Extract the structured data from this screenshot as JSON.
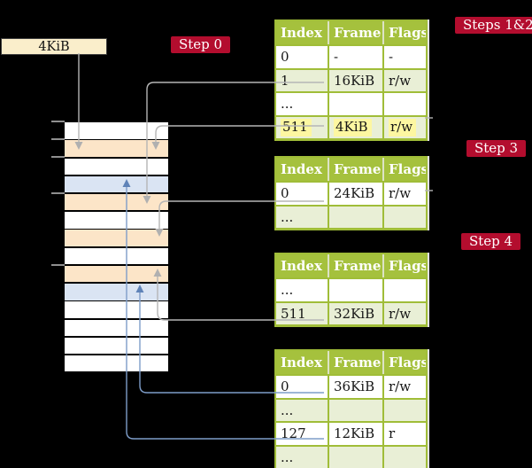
{
  "colors": {
    "background": "#000000",
    "badge_red": "#b30d2e",
    "badge_red_dark": "#7d0a22",
    "table_header_green": "#a5c13d",
    "table_border_green": "#a0bd38",
    "table_row_green": "#e9efd6",
    "table_row_white": "#ffffff",
    "header_separator": "#dde3c6",
    "highlight_yellow": "#fdf7a1",
    "frame_peach": "#fce5c8",
    "frame_blue": "#dae4f3",
    "pointer_gray": "#b5b5b5",
    "pointer_gray_head": "#b0b0b0",
    "pointer_blue": "#7e9dc9",
    "pointer_blue_head": "#5f83b8",
    "box_cream": "#faeecb"
  },
  "page_size_box": {
    "label": "4KiB"
  },
  "badges": {
    "step0": {
      "label": "Step 0"
    },
    "steps12": {
      "label": "Steps 1&2"
    },
    "step3": {
      "label": "Step 3"
    },
    "step4": {
      "label": "Step 4"
    }
  },
  "memory_strip": {
    "row_colors": [
      "white",
      "peach",
      "white",
      "blue",
      "peach",
      "white",
      "peach",
      "white",
      "peach",
      "blue",
      "white",
      "white",
      "white",
      "white"
    ],
    "tick_row_boundaries": [
      0,
      1,
      2,
      4,
      8
    ]
  },
  "tables": [
    {
      "id": "table-steps12",
      "columns": [
        "Index",
        "Frame",
        "Flags"
      ],
      "rows": [
        {
          "cells": [
            "0",
            "-",
            "-"
          ],
          "shaded": false,
          "highlighted": false
        },
        {
          "cells": [
            "1",
            "16KiB",
            "r/w"
          ],
          "shaded": true,
          "highlighted": false
        },
        {
          "cells": [
            "...",
            "",
            ""
          ],
          "shaded": false,
          "highlighted": false
        },
        {
          "cells": [
            "511",
            "4KiB",
            "r/w"
          ],
          "shaded": true,
          "highlighted": true
        }
      ]
    },
    {
      "id": "table-step3",
      "columns": [
        "Index",
        "Frame",
        "Flags"
      ],
      "rows": [
        {
          "cells": [
            "0",
            "24KiB",
            "r/w"
          ],
          "shaded": false,
          "highlighted": false
        },
        {
          "cells": [
            "...",
            "",
            ""
          ],
          "shaded": true,
          "highlighted": false
        }
      ]
    },
    {
      "id": "table-step4",
      "columns": [
        "Index",
        "Frame",
        "Flags"
      ],
      "rows": [
        {
          "cells": [
            "...",
            "",
            ""
          ],
          "shaded": false,
          "highlighted": false
        },
        {
          "cells": [
            "511",
            "32KiB",
            "r/w"
          ],
          "shaded": true,
          "highlighted": false
        }
      ]
    },
    {
      "id": "table-final",
      "columns": [
        "Index",
        "Frame",
        "Flags"
      ],
      "rows": [
        {
          "cells": [
            "0",
            "36KiB",
            "r/w"
          ],
          "shaded": false,
          "highlighted": false
        },
        {
          "cells": [
            "...",
            "",
            ""
          ],
          "shaded": true,
          "highlighted": false
        },
        {
          "cells": [
            "127",
            "12KiB",
            "r"
          ],
          "shaded": false,
          "highlighted": false
        },
        {
          "cells": [
            "...",
            "",
            ""
          ],
          "shaded": true,
          "highlighted": false
        }
      ]
    }
  ]
}
